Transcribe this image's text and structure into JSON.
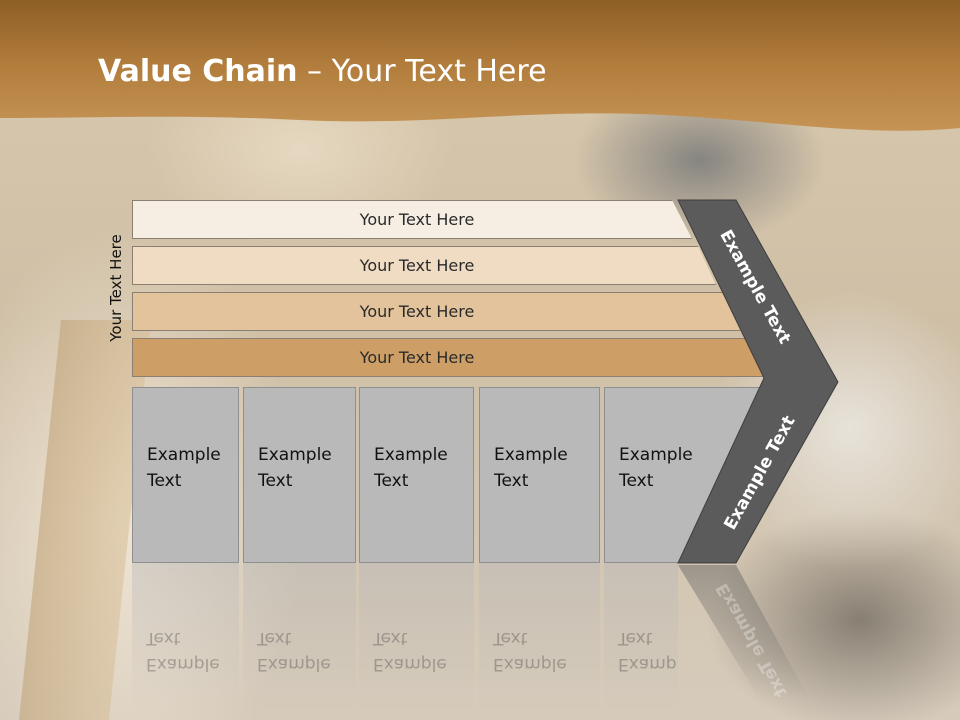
{
  "title": {
    "bold": "Value Chain",
    "rest": " – Your Text Here"
  },
  "side_label": "Your Text Here",
  "bars": [
    "Your Text Here",
    "Your Text Here",
    "Your Text Here",
    "Your Text Here"
  ],
  "boxes": [
    "Example\nText",
    "Example\nText",
    "Example\nText",
    "Example\nText",
    "Example\nText"
  ],
  "chevron_upper": "Example Text",
  "chevron_lower": "Example Text",
  "colors": {
    "header": "#a8742f",
    "chevron": "#5a5a5a",
    "bar1": "#f6eee3",
    "bar2": "#f0dcc3",
    "bar3": "#e2c39c",
    "bar4": "#cd9f67",
    "box": "#b9b9b9"
  }
}
